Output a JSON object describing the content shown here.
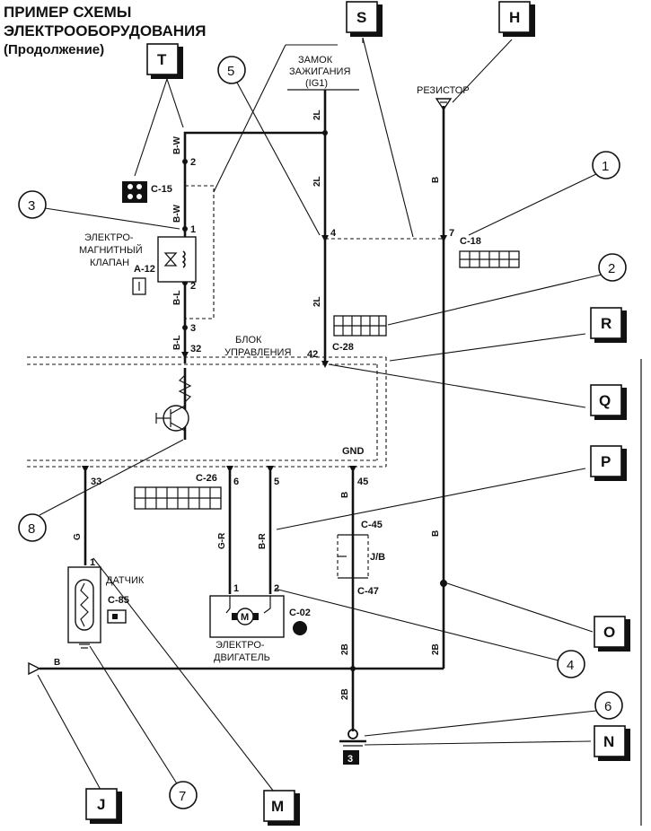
{
  "title": {
    "line1": "ПРИМЕР СХЕМЫ",
    "line2": "ЭЛЕКТРООБОРУДОВАНИЯ",
    "line3": "(Продолжение)"
  },
  "callout_letters": [
    "S",
    "H",
    "T",
    "R",
    "Q",
    "P",
    "O",
    "N",
    "J",
    "M"
  ],
  "callout_numbers": [
    "1",
    "2",
    "3",
    "4",
    "5",
    "6",
    "7",
    "8"
  ],
  "labels": {
    "ignition_line1": "ЗАМОК",
    "ignition_line2": "ЗАЖИГАНИЯ",
    "ignition_line3": "(IG1)",
    "resistor": "РЕЗИСТОР",
    "valve_line1": "ЭЛЕКТРО-",
    "valve_line2": "МАГНИТНЫЙ",
    "valve_line3": "КЛАПАН",
    "control_line1": "БЛОК",
    "control_line2": "УПРАВЛЕНИЯ",
    "sensor": "ДАТЧИК",
    "motor_line1": "ЭЛЕКТРО-",
    "motor_line2": "ДВИГАТЕЛЬ",
    "gnd": "GND",
    "jb": "J/B"
  },
  "connectors": {
    "c15": "C-15",
    "a12": "A-12",
    "c18": "C-18",
    "c28": "C-28",
    "c26": "C-26",
    "c45": "C-45",
    "c47": "C-47",
    "c85": "C-85",
    "c02": "C-02"
  },
  "wire_colors": {
    "bw": "B-W",
    "bl": "B-L",
    "two_l": "2L",
    "b": "B",
    "g": "G",
    "gr": "G-R",
    "br": "B-R",
    "two_b": "2B"
  },
  "pins": {
    "p1": "1",
    "p2": "2",
    "p3": "3",
    "p4": "4",
    "p5": "5",
    "p6": "6",
    "p7": "7",
    "p32": "32",
    "p33": "33",
    "p42": "42",
    "p45": "45",
    "ground_box": "3"
  }
}
